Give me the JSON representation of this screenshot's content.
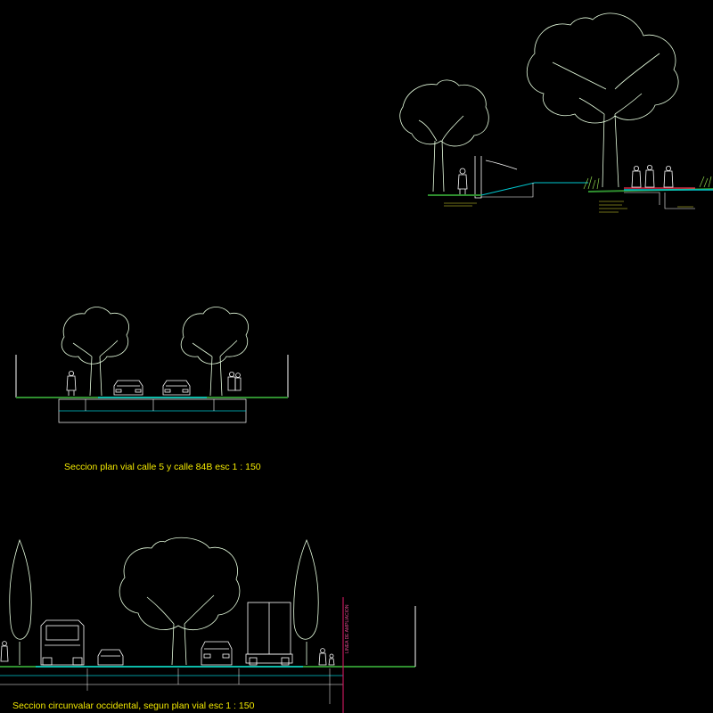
{
  "drawing": {
    "captions": {
      "section_1": "Seccion plan vial calle 5 y calle 84B esc 1 : 150",
      "section_2": "Seccion circunvalar occidental, segun plan vial   esc 1 : 150"
    },
    "boundary_label": "LINEA DE AMPLIACION",
    "colors": {
      "background": "#000000",
      "trees": "#e8ffe0",
      "ground": "#2f8f2f",
      "curb": "#00c8d0",
      "figures": "#ffffff",
      "caption": "#f2e800",
      "boundary": "#c2185b",
      "leader_notes": "#dddd33"
    }
  }
}
